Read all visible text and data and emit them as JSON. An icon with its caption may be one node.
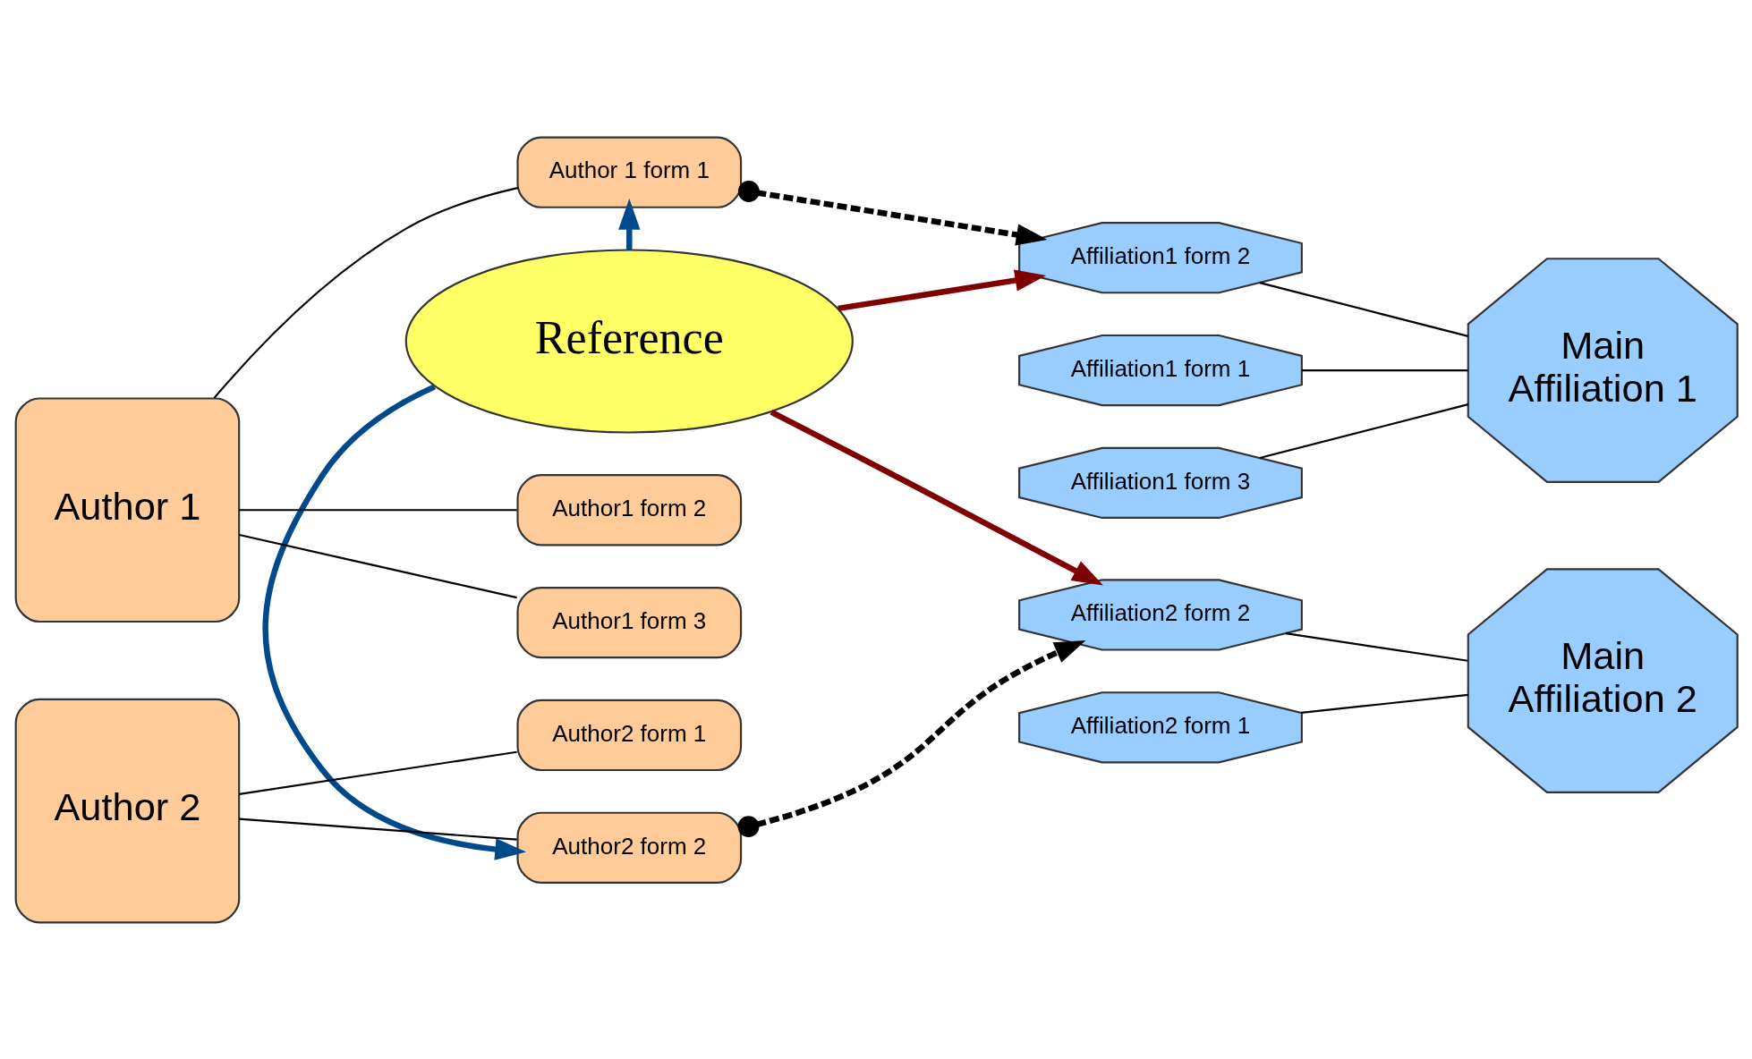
{
  "diagram": {
    "nodes": [
      {
        "text": [
          "Reference"
        ]
      },
      {
        "text": [
          "Author 1"
        ]
      },
      {
        "text": [
          "Author 1 form 1"
        ]
      },
      {
        "text": [
          "Author1 form 2"
        ]
      },
      {
        "text": [
          "Author1 form 3"
        ]
      },
      {
        "text": [
          "Author 2"
        ]
      },
      {
        "text": [
          "Author2 form 1"
        ]
      },
      {
        "text": [
          "Author2 form 2"
        ]
      },
      {
        "text": [
          "Affiliation1 form 1"
        ]
      },
      {
        "text": [
          "Affiliation1 form 2"
        ]
      },
      {
        "text": [
          "Affiliation1 form 3"
        ]
      },
      {
        "text": [
          "Main Affiliation 1"
        ]
      },
      {
        "text": [
          "Affiliation2 form 1"
        ]
      },
      {
        "text": [
          "Affiliation2 form 2"
        ]
      },
      {
        "text": [
          "Main Affiliation 2"
        ]
      }
    ],
    "edges": [
      {
        "from": 1,
        "to": 2,
        "arrow": "none"
      },
      {
        "from": 1,
        "to": 3,
        "arrow": "none"
      },
      {
        "from": 1,
        "to": 4,
        "arrow": "none"
      },
      {
        "from": 5,
        "to": 6,
        "arrow": "none"
      },
      {
        "from": 5,
        "to": 7,
        "arrow": "none"
      },
      {
        "from": 8,
        "to": 11,
        "arrow": "none"
      },
      {
        "from": 9,
        "to": 11,
        "arrow": "none"
      },
      {
        "from": 10,
        "to": 11,
        "arrow": "none"
      },
      {
        "from": 12,
        "to": 14,
        "arrow": "none"
      },
      {
        "from": 13,
        "to": 14,
        "arrow": "none"
      },
      {
        "from": 0,
        "to": 2,
        "arrow": "to",
        "style": "thick",
        "color": "#004a8c"
      },
      {
        "from": 0,
        "to": 7,
        "arrow": "to",
        "style": "thick",
        "color": "#004a8c"
      },
      {
        "from": 0,
        "to": 9,
        "arrow": "to",
        "style": "thick",
        "color": "#800000"
      },
      {
        "from": 0,
        "to": 13,
        "arrow": "to",
        "style": "thick",
        "color": "#800000"
      },
      {
        "from": 2,
        "to": 9,
        "arrow": "to",
        "style": "dashed"
      },
      {
        "from": 7,
        "to": 13,
        "arrow": "to",
        "style": "dashed"
      }
    ]
  }
}
